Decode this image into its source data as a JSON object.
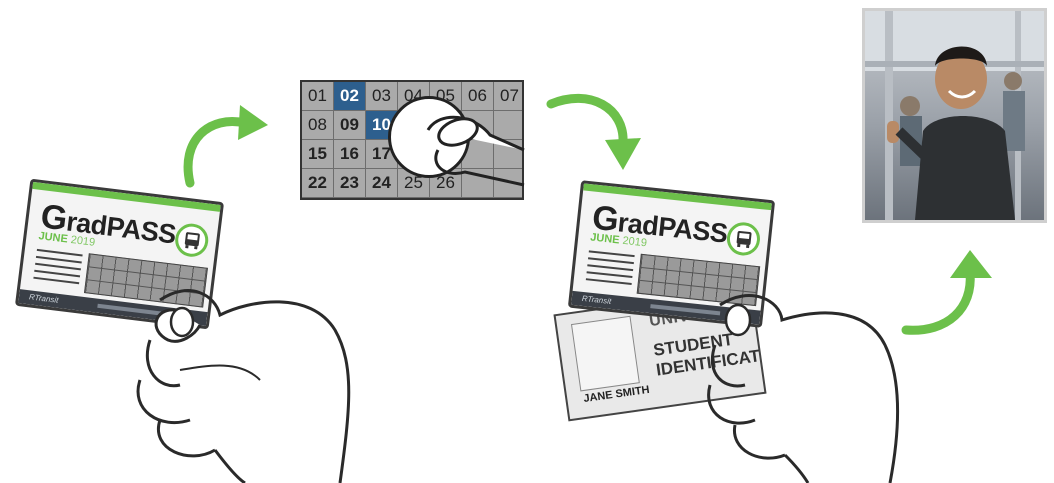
{
  "pass_card": {
    "brand": "GradPASS",
    "month": "JUNE",
    "year": "2019",
    "footer_logo": "RTransit"
  },
  "calendar": {
    "rows": [
      [
        "01",
        "02",
        "03",
        "04",
        "05",
        "06",
        "07"
      ],
      [
        "08",
        "09",
        "10",
        "",
        "",
        "",
        ""
      ],
      [
        "15",
        "16",
        "17",
        "",
        "",
        "",
        ""
      ],
      [
        "22",
        "23",
        "24",
        "25",
        "26",
        "",
        ""
      ]
    ],
    "highlighted": [
      "02",
      "10"
    ]
  },
  "student_id": {
    "name": "JANE SMITH",
    "line1": "UNIV",
    "line2": "STUDENT",
    "line3": "IDENTIFICAT"
  },
  "colors": {
    "arrow": "#6cc04a",
    "highlight": "#2d5f8e",
    "card_footer": "#3a3f47"
  },
  "icons": [
    "bus-icon",
    "hand-icon",
    "coin-icon",
    "arrow-icon"
  ]
}
